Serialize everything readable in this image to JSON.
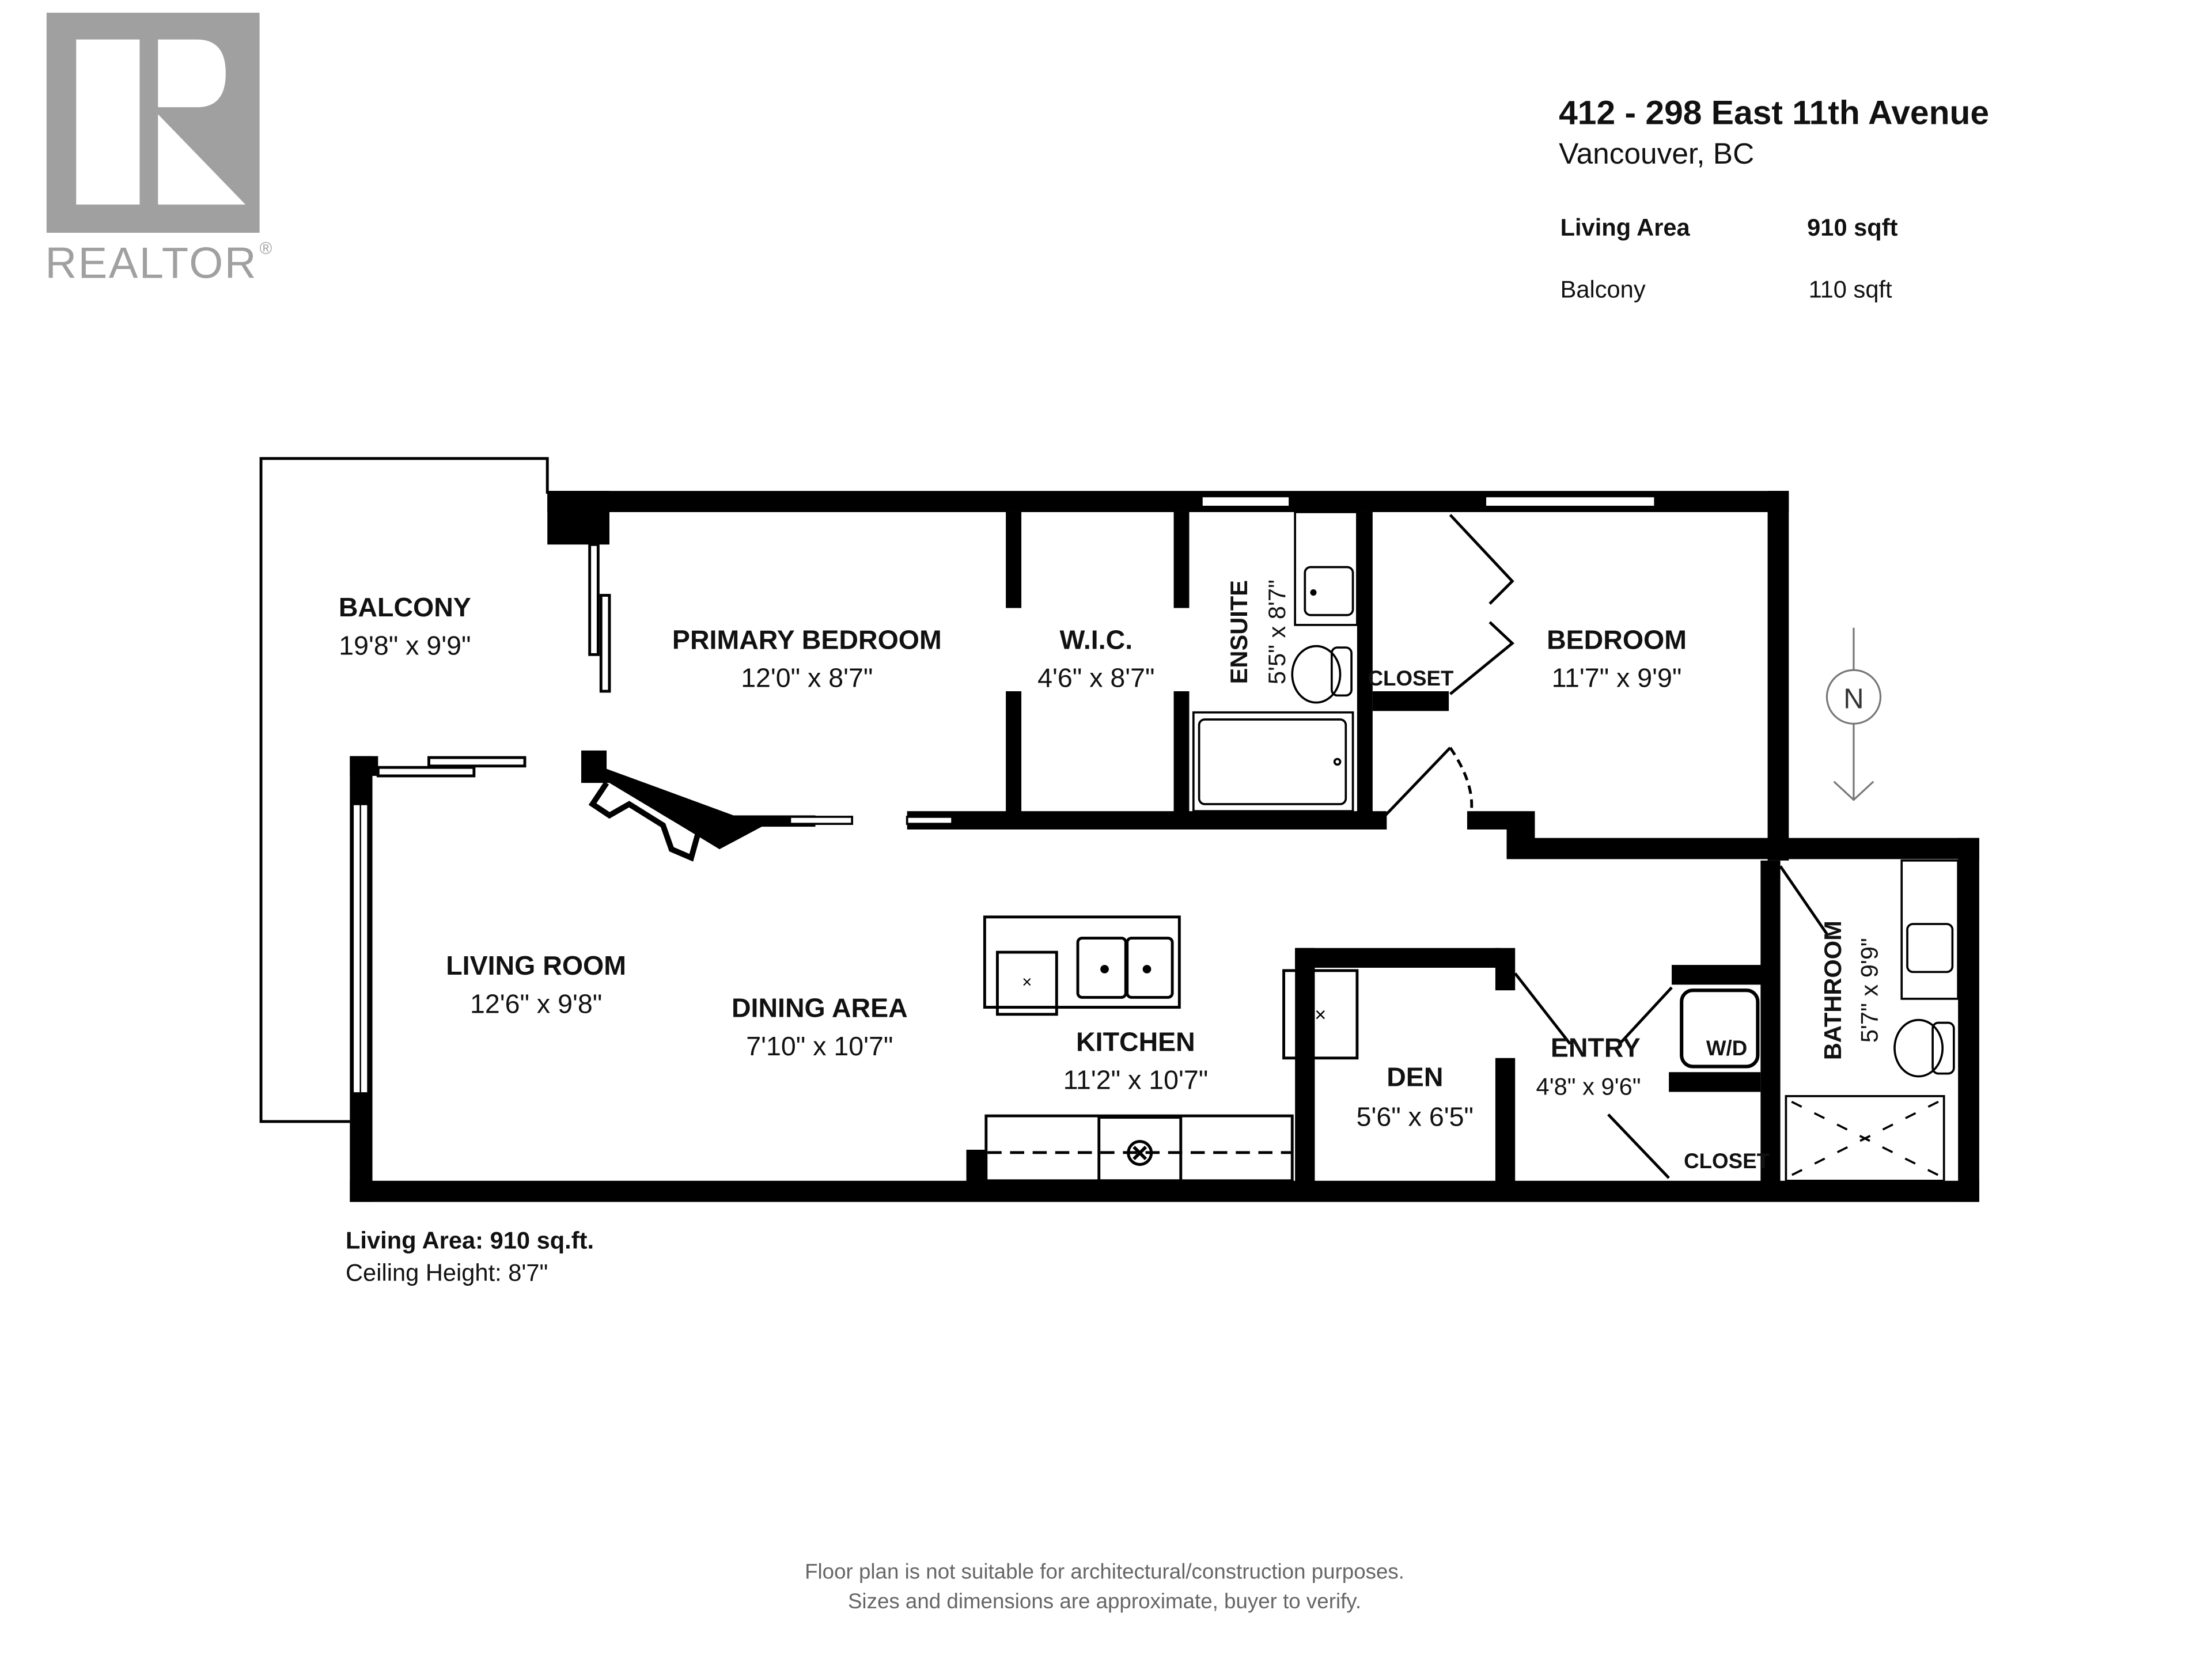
{
  "logo": {
    "text": "REALTOR",
    "mark": "®",
    "color": "#a0a0a0"
  },
  "header": {
    "address": "412 - 298 East 11th Avenue",
    "city": "Vancouver, BC",
    "stats": [
      {
        "label": "Living Area",
        "value": "910 sqft"
      },
      {
        "label": "Balcony",
        "value": "110 sqft"
      }
    ]
  },
  "rooms": {
    "balcony": {
      "name": "BALCONY",
      "size": "19'8\" x 9'9\""
    },
    "primary_bedroom": {
      "name": "PRIMARY BEDROOM",
      "size": "12'0\" x 8'7\""
    },
    "wic": {
      "name": "W.I.C.",
      "size": "4'6\" x 8'7\""
    },
    "ensuite": {
      "name": "ENSUITE",
      "size": "5'5\" x 8'7\""
    },
    "closet_bedroom": {
      "name": "CLOSET"
    },
    "bedroom": {
      "name": "BEDROOM",
      "size": "11'7\" x 9'9\""
    },
    "living_room": {
      "name": "LIVING ROOM",
      "size": "12'6\" x 9'8\""
    },
    "dining_area": {
      "name": "DINING AREA",
      "size": "7'10\" x 10'7\""
    },
    "kitchen": {
      "name": "KITCHEN",
      "size": "11'2\" x 10'7\""
    },
    "den": {
      "name": "DEN",
      "size": "5'6\" x 6'5\""
    },
    "entry": {
      "name": "ENTRY",
      "size": "4'8\" x 9'6\""
    },
    "washer_dryer": {
      "name": "W/D"
    },
    "closet_entry": {
      "name": "CLOSET"
    },
    "bathroom": {
      "name": "BATHROOM",
      "size": "5'7\" x 9'9\""
    }
  },
  "compass": {
    "letter": "N"
  },
  "summary": {
    "living_area": "Living Area: 910 sq.ft.",
    "ceiling_height": "Ceiling Height: 8'7\""
  },
  "disclaimer": {
    "line1": "Floor plan is not suitable for architectural/construction purposes.",
    "line2": "Sizes and dimensions are approximate, buyer to verify."
  }
}
